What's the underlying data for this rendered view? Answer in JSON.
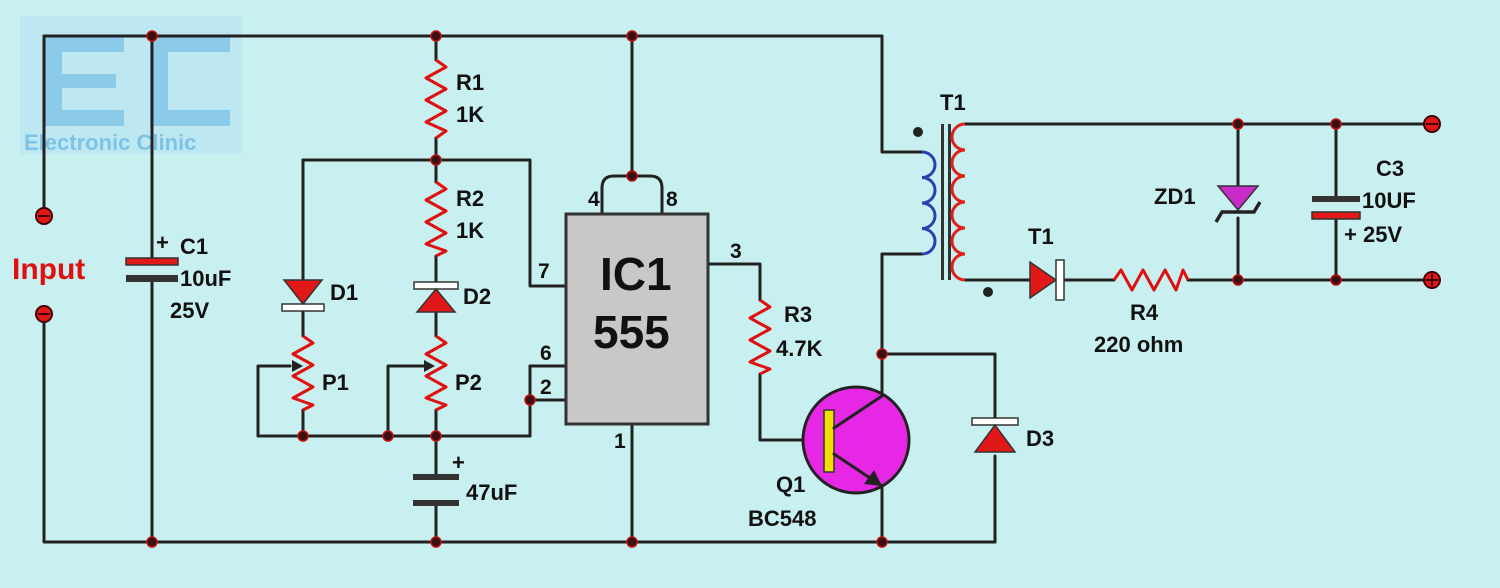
{
  "logo": {
    "text": "Electronic Clinic",
    "mark": "EC"
  },
  "labels": {
    "input": "Input",
    "c1_name": "C1",
    "c1_value": "10uF",
    "c1_voltage": "25V",
    "r1_name": "R1",
    "r1_value": "1K",
    "r2_name": "R2",
    "r2_value": "1K",
    "d1": "D1",
    "d2": "D2",
    "p1": "P1",
    "p2": "P2",
    "c2_value": "47uF",
    "ic_name": "IC1",
    "ic_type": "555",
    "pin4": "4",
    "pin8": "8",
    "pin7": "7",
    "pin6": "6",
    "pin2": "2",
    "pin3": "3",
    "pin1": "1",
    "r3_name": "R3",
    "r3_value": "4.7K",
    "q1_name": "Q1",
    "q1_type": "BC548",
    "t1_name": "T1",
    "diode_t1": "T1",
    "r4_name": "R4",
    "r4_value": "220 ohm",
    "zd1": "ZD1",
    "c3_name": "C3",
    "c3_value": "10UF",
    "c3_voltage": "+ 25V",
    "d3": "D3",
    "plus": "+"
  },
  "colors": {
    "background": "#c9f0f0",
    "wire": "#222222",
    "resistor": "#e01010",
    "primary_coil": "#2a3fb0",
    "secondary_coil": "#e0201a",
    "transistor": "#e628e6",
    "zener": "#c82cc8",
    "ic_body": "#c8c8c8"
  }
}
